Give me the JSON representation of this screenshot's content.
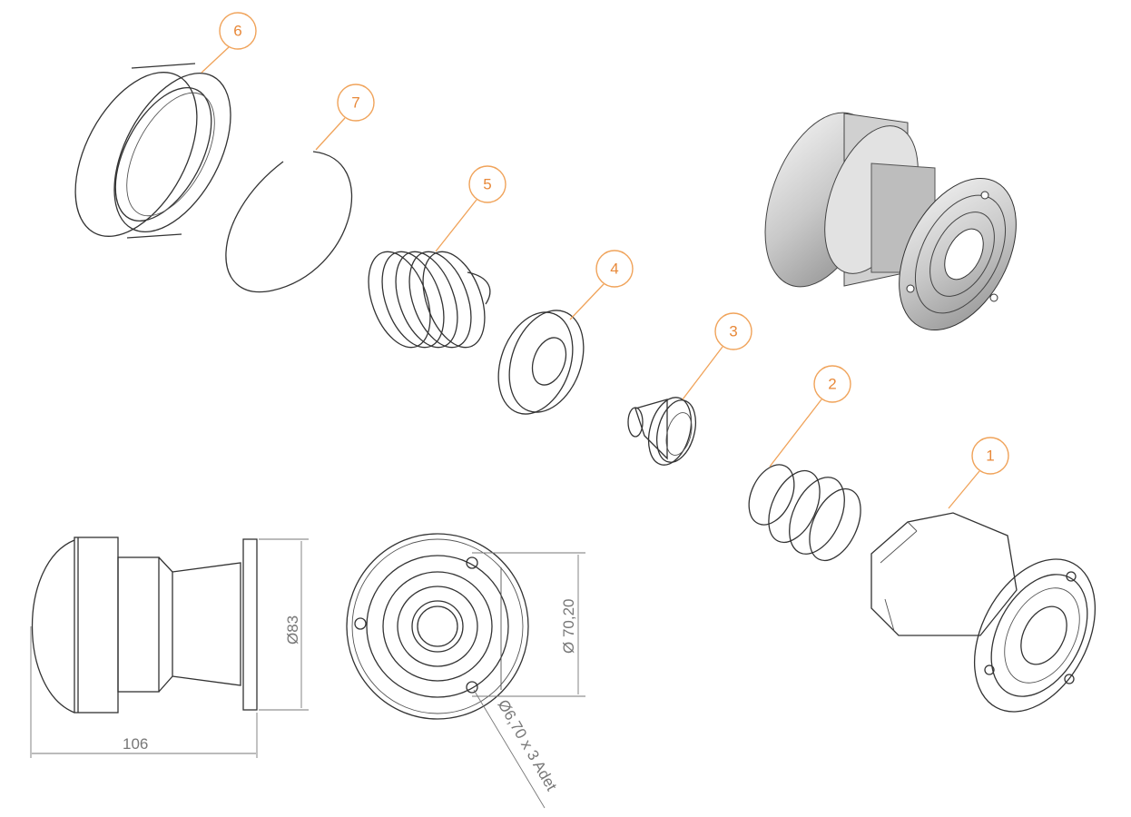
{
  "title": "Exploded assembly drawing",
  "accent_color": "#f0a35a",
  "balloons": [
    {
      "number": "1",
      "part": "body"
    },
    {
      "number": "2",
      "part": "spring-small"
    },
    {
      "number": "3",
      "part": "valve-cone"
    },
    {
      "number": "4",
      "part": "washer"
    },
    {
      "number": "5",
      "part": "spring-large"
    },
    {
      "number": "6",
      "part": "cap-ring"
    },
    {
      "number": "7",
      "part": "snap-ring"
    }
  ],
  "dimensions": {
    "length": "106",
    "flange_diameter": "Ø83",
    "bolt_circle": "Ø 70,20",
    "holes": "Ø6,70 x 3 Adet"
  }
}
